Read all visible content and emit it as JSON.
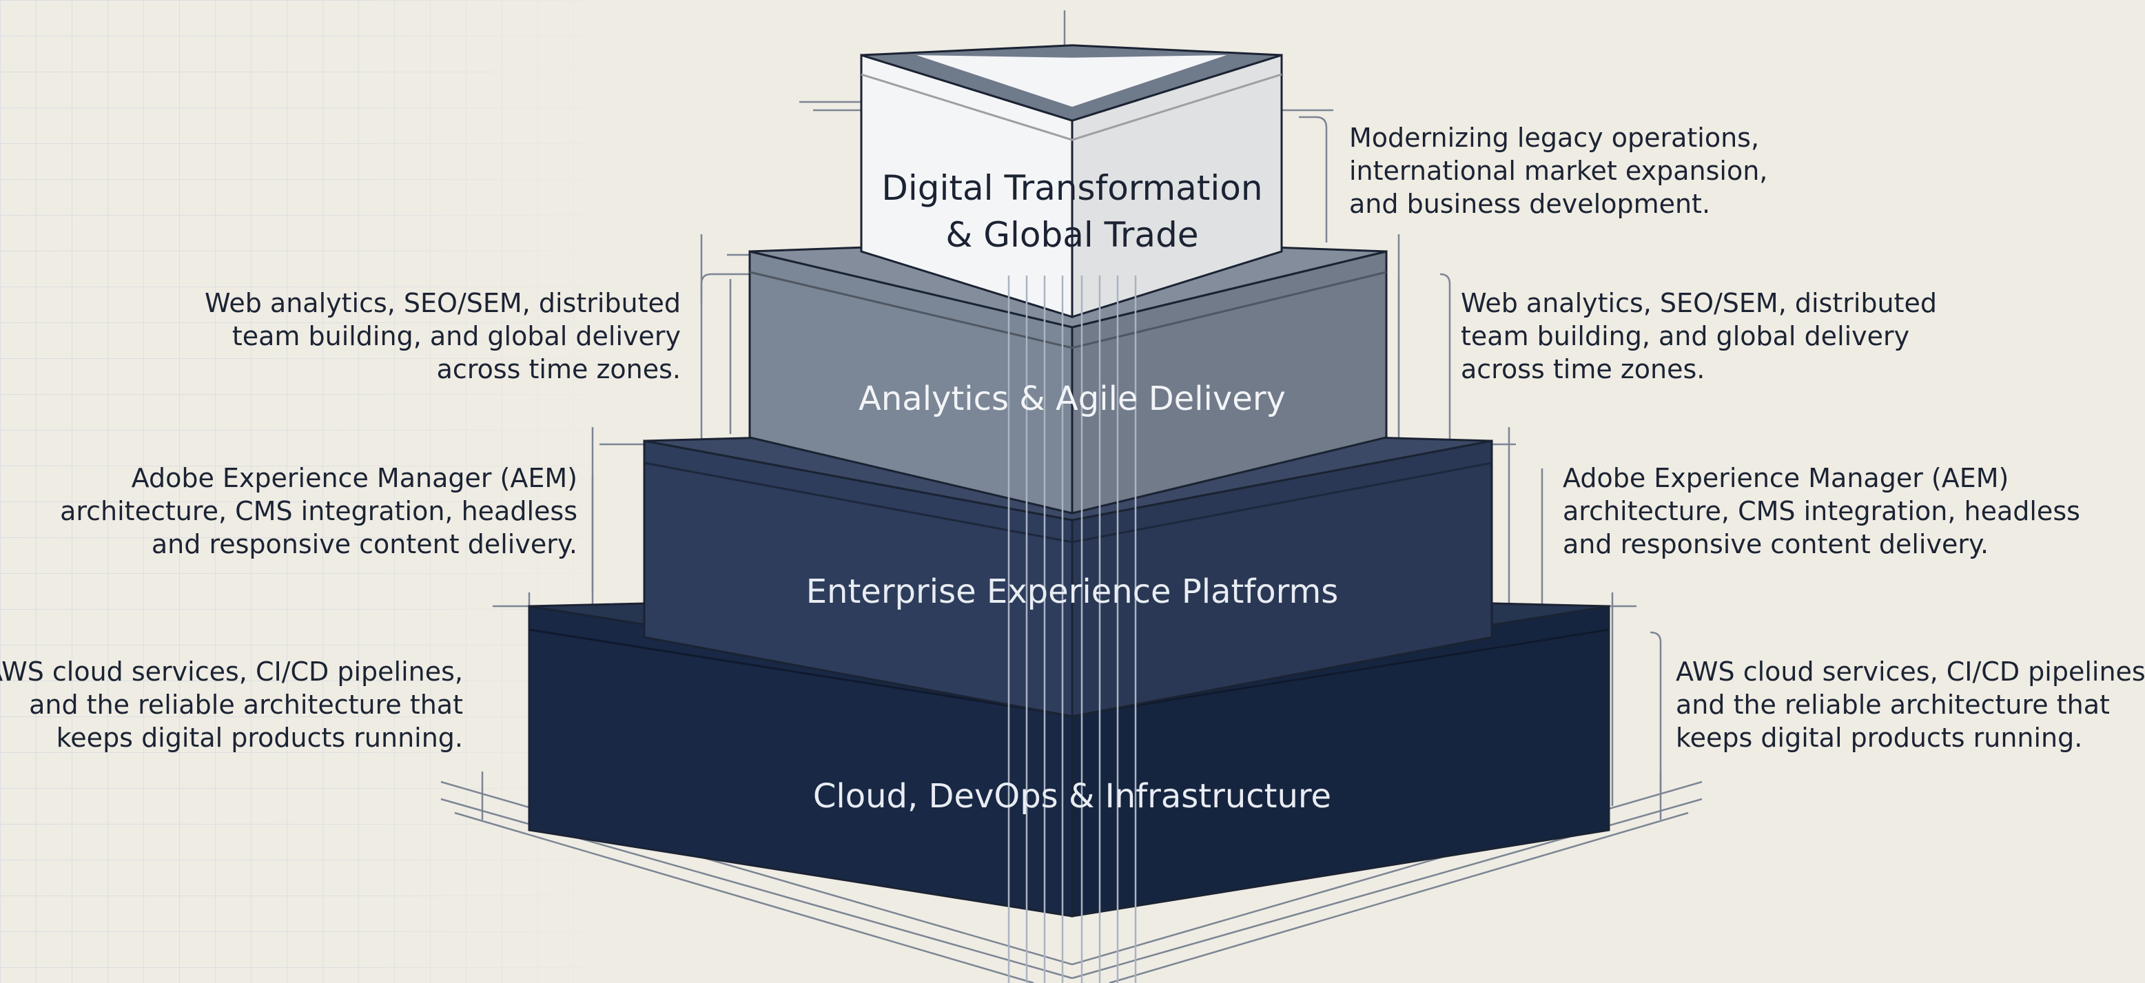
{
  "tiers": [
    {
      "label_lines": [
        "Digital Transformation",
        "& Global Trade"
      ],
      "color": "#f4f5f7",
      "text_color": "#1b2333"
    },
    {
      "label_lines": [
        "Analytics & Agile Delivery"
      ],
      "color": "#7b8696",
      "text_color": "#f2f4f7"
    },
    {
      "label_lines": [
        "Enterprise Experience Platforms"
      ],
      "color": "#2e3d5c",
      "text_color": "#e9edf3"
    },
    {
      "label_lines": [
        "Cloud, DevOps & Infrastructure"
      ],
      "color": "#182845",
      "text_color": "#e9edf3"
    }
  ],
  "annotations": {
    "top_right": [
      "Modernizing legacy operations,",
      "international market expansion,",
      "and business development."
    ],
    "analytics_left": [
      "Web analytics, SEO/SEM, distributed",
      "team building, and global delivery",
      "across time zones."
    ],
    "analytics_right": [
      "Web analytics, SEO/SEM, distributed",
      "team building, and global delivery",
      "across time zones."
    ],
    "platforms_left": [
      "Adobe Experience Manager (AEM)",
      "architecture, CMS integration, headless",
      "and responsive content delivery."
    ],
    "platforms_right": [
      "Adobe Experience Manager (AEM)",
      "architecture, CMS integration, headless",
      "and responsive content delivery."
    ],
    "cloud_left": [
      "AWS cloud services, CI/CD pipelines,",
      "and the reliable architecture that",
      "keeps digital products running."
    ],
    "cloud_right": [
      "AWS cloud services, CI/CD pipelines,",
      "and the reliable architecture that",
      "keeps digital products running."
    ]
  },
  "colors": {
    "background": "#efece4",
    "grid_line": "#d4d8dd",
    "construction_line": "#7c8594",
    "text": "#1b2333"
  }
}
